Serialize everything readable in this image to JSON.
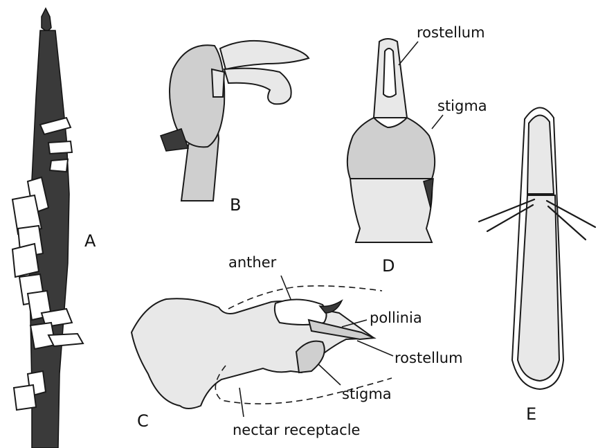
{
  "panels": {
    "a": "A",
    "b": "B",
    "c": "C",
    "d": "D",
    "e": "E"
  },
  "labels": {
    "d_rostellum": "rostellum",
    "d_stigma": "stigma",
    "c_anther": "anther",
    "c_pollinia": "pollinia",
    "c_rostellum": "rostellum",
    "c_stigma": "stigma",
    "c_nectar": "nectar receptacle"
  }
}
